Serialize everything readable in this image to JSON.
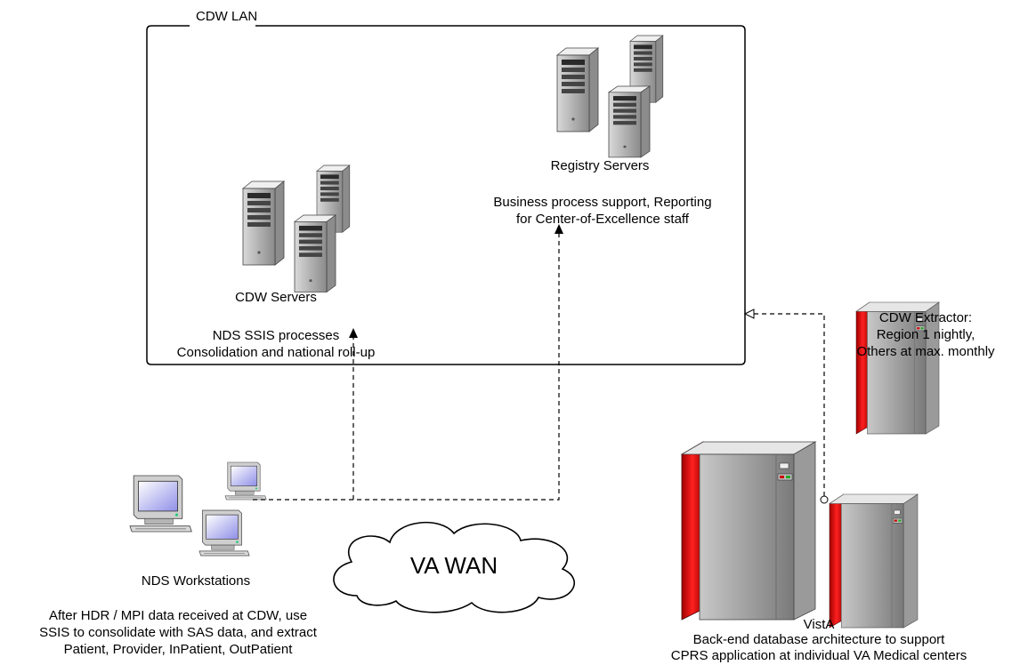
{
  "lan": {
    "title": "CDW LAN"
  },
  "cdw_servers": {
    "label": "CDW Servers",
    "desc_line1": "NDS SSIS processes",
    "desc_line2": "Consolidation and national roll-up"
  },
  "registry_servers": {
    "label": "Registry Servers",
    "desc_line1": "Business process support, Reporting",
    "desc_line2": "for Center-of-Excellence staff"
  },
  "extractor": {
    "line1": "CDW Extractor:",
    "line2": "Region 1 nightly,",
    "line3": "Others at max. monthly"
  },
  "wan": {
    "label": "VA WAN"
  },
  "workstations": {
    "label": "NDS Workstations",
    "desc_line1": "After HDR / MPI data received at CDW, use",
    "desc_line2": "SSIS to consolidate with SAS data, and extract",
    "desc_line3": "Patient, Provider, InPatient, OutPatient"
  },
  "vista": {
    "label": "VistA",
    "desc_line1": "Back-end database architecture to support",
    "desc_line2": "CPRS application at individual VA Medical centers"
  }
}
